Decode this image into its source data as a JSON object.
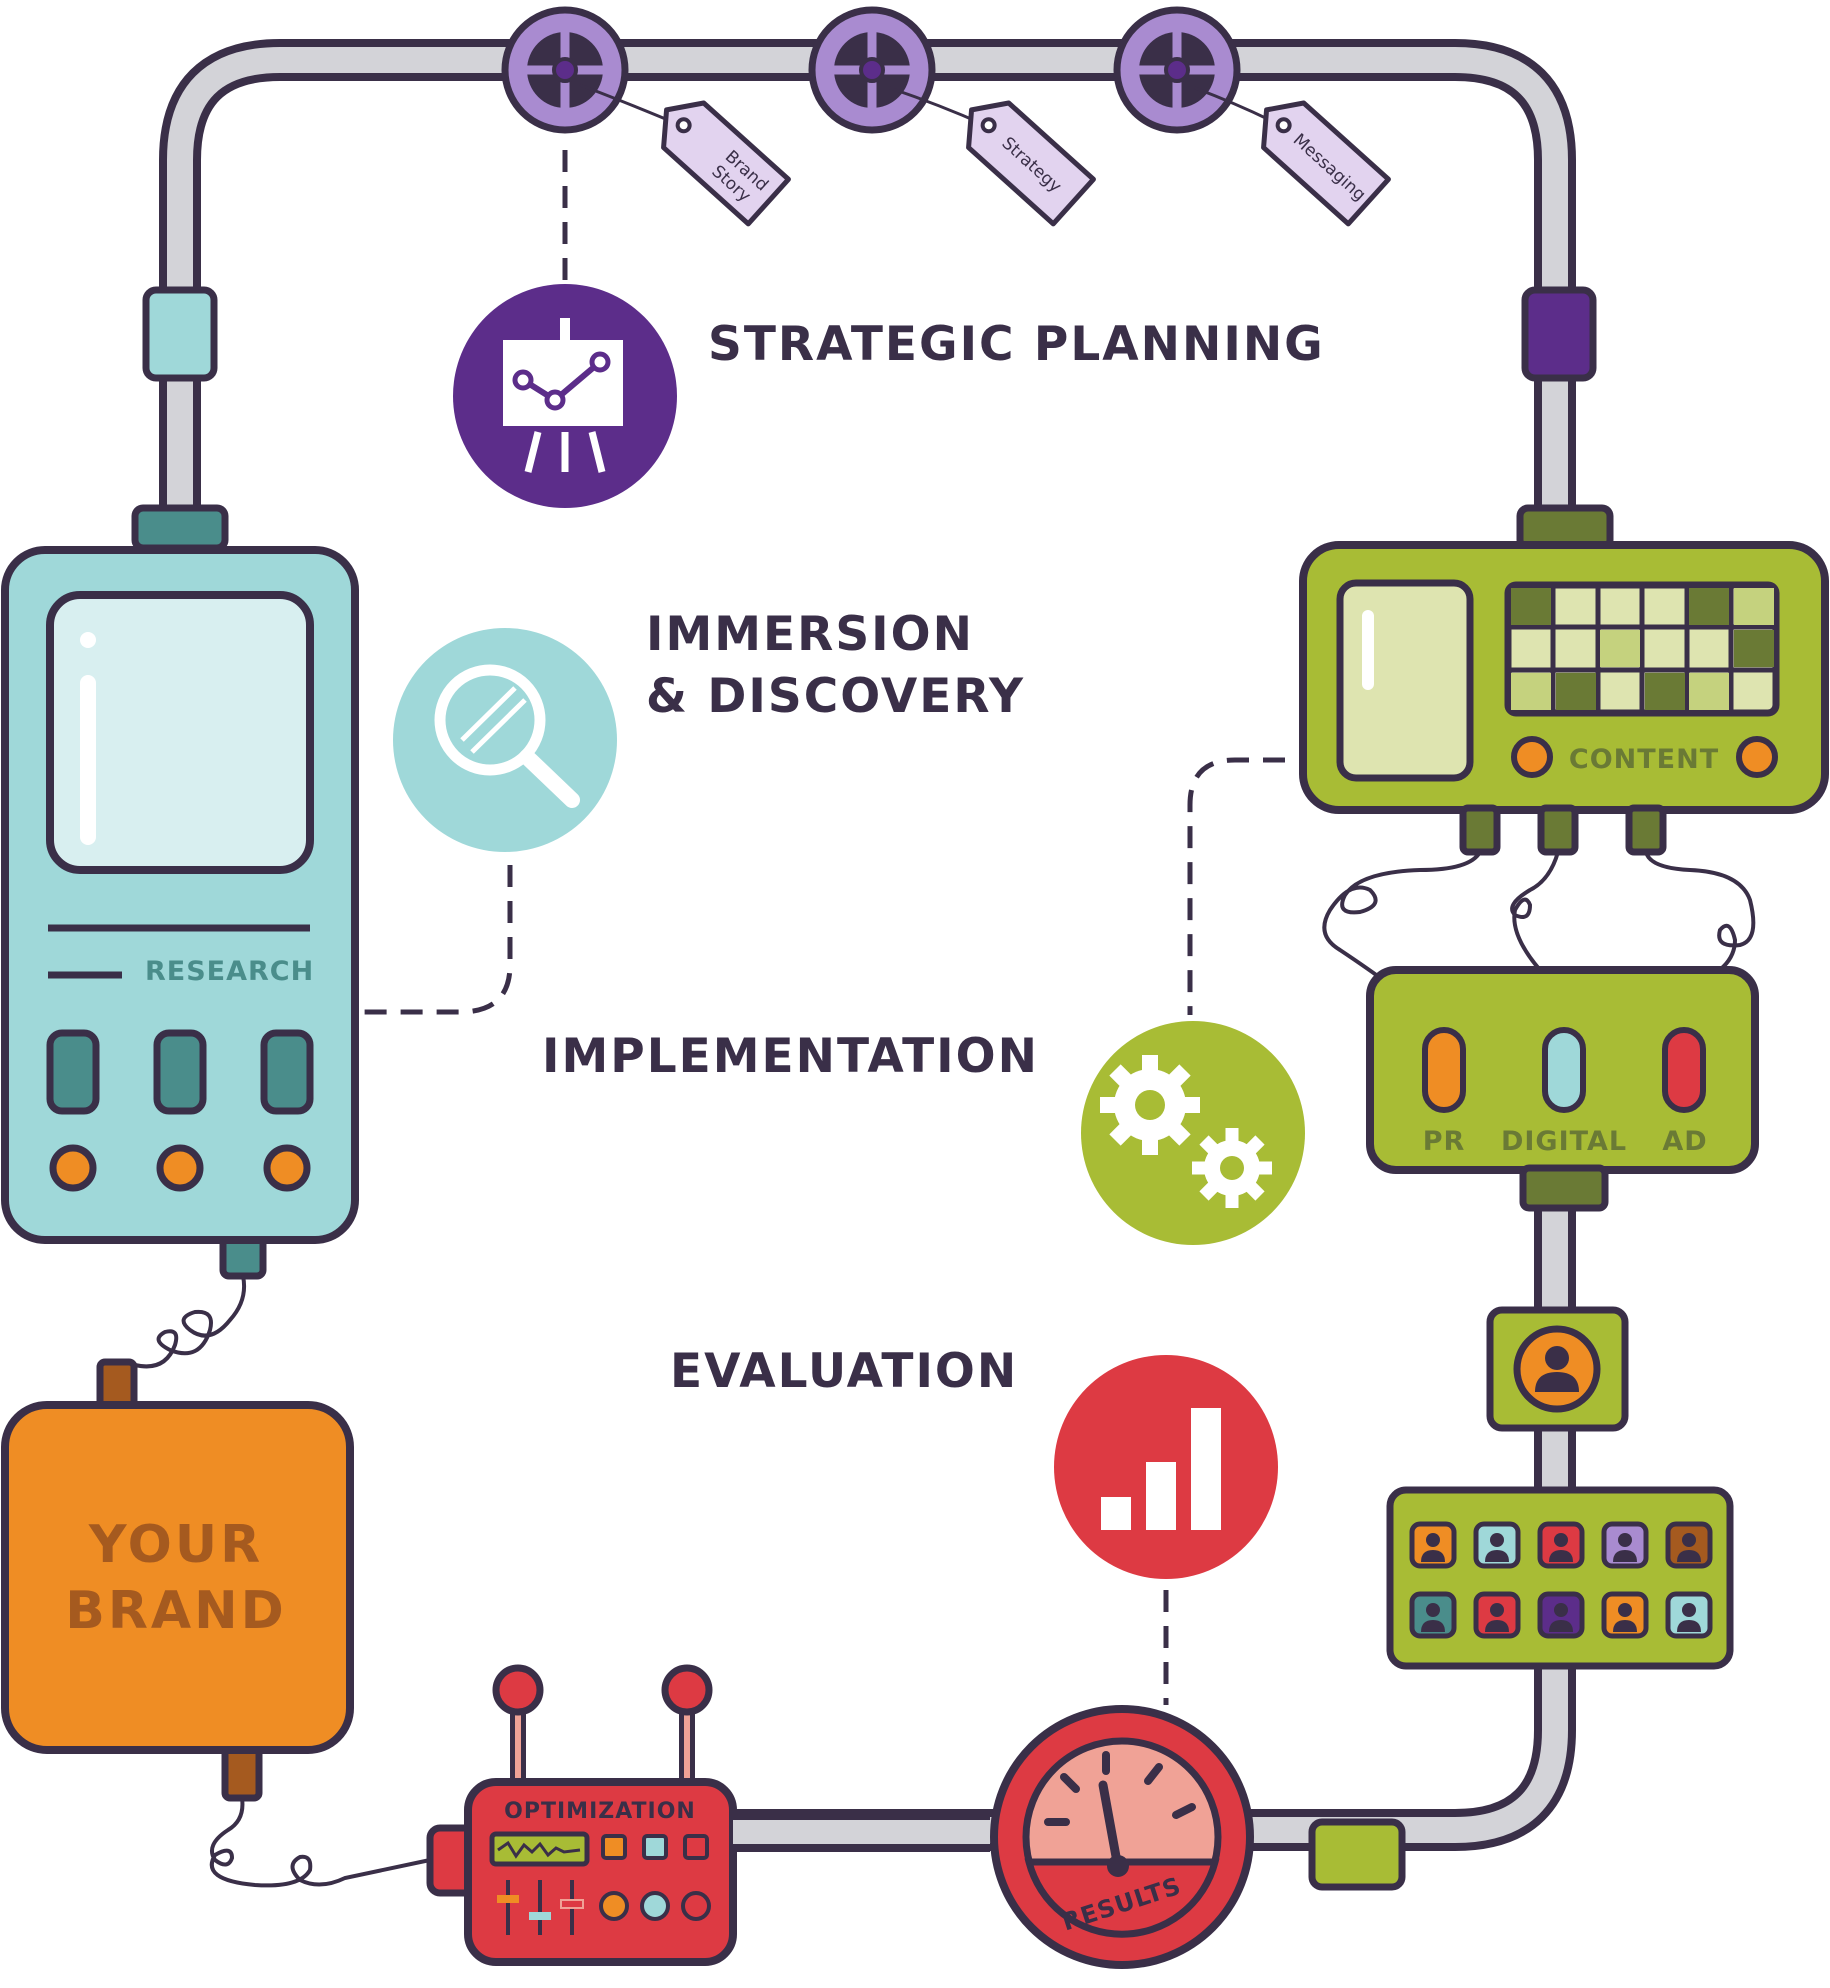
{
  "stages": {
    "strategic_planning": "STRATEGIC PLANNING",
    "immersion_line1": "IMMERSION",
    "immersion_line2": "& DISCOVERY",
    "implementation": "IMPLEMENTATION",
    "evaluation": "EVALUATION"
  },
  "tags": {
    "brand_story_line1": "Brand",
    "brand_story_line2": "Story",
    "strategy": "Strategy",
    "messaging": "Messaging"
  },
  "devices": {
    "research": "RESEARCH",
    "content": "CONTENT",
    "pr": "PR",
    "digital": "DIGITAL",
    "ad": "AD",
    "your_brand_line1": "YOUR",
    "your_brand_line2": "BRAND",
    "optimization": "OPTIMIZATION",
    "results": "RESULTS"
  },
  "icons": {
    "planning": "presentation-chart-icon",
    "discovery": "magnifier-icon",
    "implementation": "gears-icon",
    "evaluation": "bar-chart-icon",
    "audience": "person-icon"
  },
  "colors": {
    "outline": "#3a2f48",
    "pipe": "#d3d3d8",
    "purple": "#5c2d8a",
    "lavender": "#a98bd0",
    "teal": "#9fd8d9",
    "dark_teal": "#4a8d8b",
    "green": "#a8bc35",
    "dark_green": "#6a7a35",
    "orange": "#ef8d24",
    "brown": "#a55a1f",
    "red": "#dd3a43",
    "pink": "#f0a296"
  }
}
